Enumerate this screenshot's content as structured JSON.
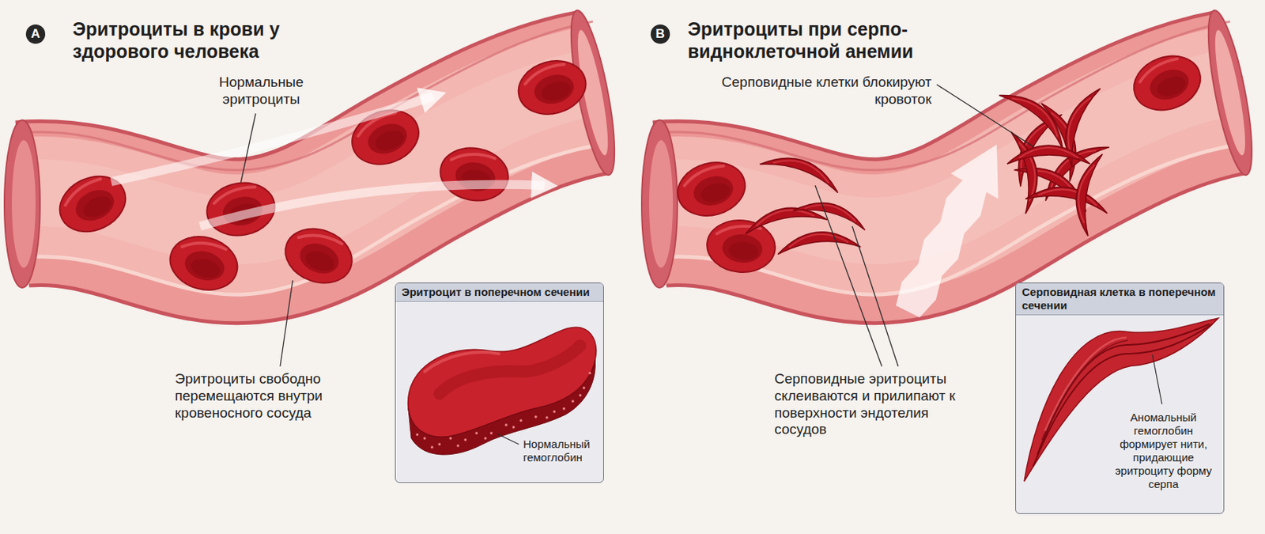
{
  "diagram": {
    "nodes": [
      {
        "text": [
          "A"
        ]
      },
      {
        "text": [
          "Эритроцит в поперечном сечении",
          "Нормальный гемоглобин"
        ]
      },
      {
        "text": [
          "B"
        ]
      },
      {
        "text": [
          "Серповидная клетка в поперечном сечении",
          "Аномальный гемоглобин формирует нити, придающие эритроциту форму серпа"
        ]
      }
    ],
    "labels": [
      "Эритроциты в крови у здорового человека",
      "Нормальные эритроциты",
      "Эритроциты свободно перемещаются внутри кровеносного сосуда",
      "Эритроциты при серпо-видноклеточной анемии",
      "Серповидные клетки блокируют кровоток",
      "Серповидные эритроциты склеиваются и прилипают к поверхности эндотелия сосудов"
    ]
  }
}
